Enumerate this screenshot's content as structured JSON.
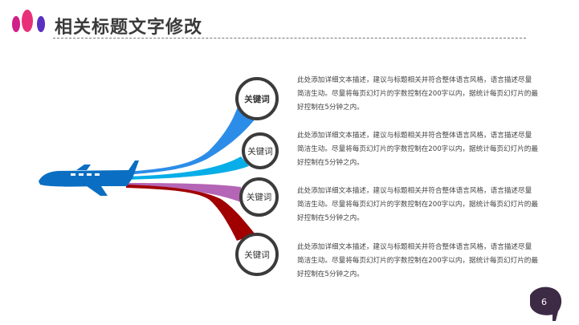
{
  "header": {
    "title": "相关标题文字修改"
  },
  "items": [
    {
      "keyword": "关键词",
      "text": "此处添加详细文本描述，建议与标题相关并符合整体语言风格，语言描述尽量简洁生动。尽量将每页幻灯片的字数控制在200字以内，据统计每页幻灯片的最好控制在5分钟之内。",
      "color": "#2b8de8"
    },
    {
      "keyword": "关键词",
      "text": "此处添加详细文本描述，建议与标题相关并符合整体语言风格，语言描述尽量简洁生动。尽量将每页幻灯片的字数控制在200字以内，据统计每页幻灯片的最好控制在5分钟之内。",
      "color": "#08aee8"
    },
    {
      "keyword": "关键词",
      "text": "此处添加详细文本描述，建议与标题相关并符合整体语言风格，语言描述尽量简洁生动。尽量将每页幻灯片的字数控制在200字以内，据统计每页幻灯片的最好控制在5分钟之内。",
      "color": "#b565b5"
    },
    {
      "keyword": "关键词",
      "text": "此处添加详细文本描述，建议与标题相关并符合整体语言风格，语言描述尽量简洁生动。尽量将每页幻灯片的字数控制在200字以内，据统计每页幻灯片的最好控制在5分钟之内。",
      "color": "#a00000"
    }
  ],
  "page_number": "6"
}
